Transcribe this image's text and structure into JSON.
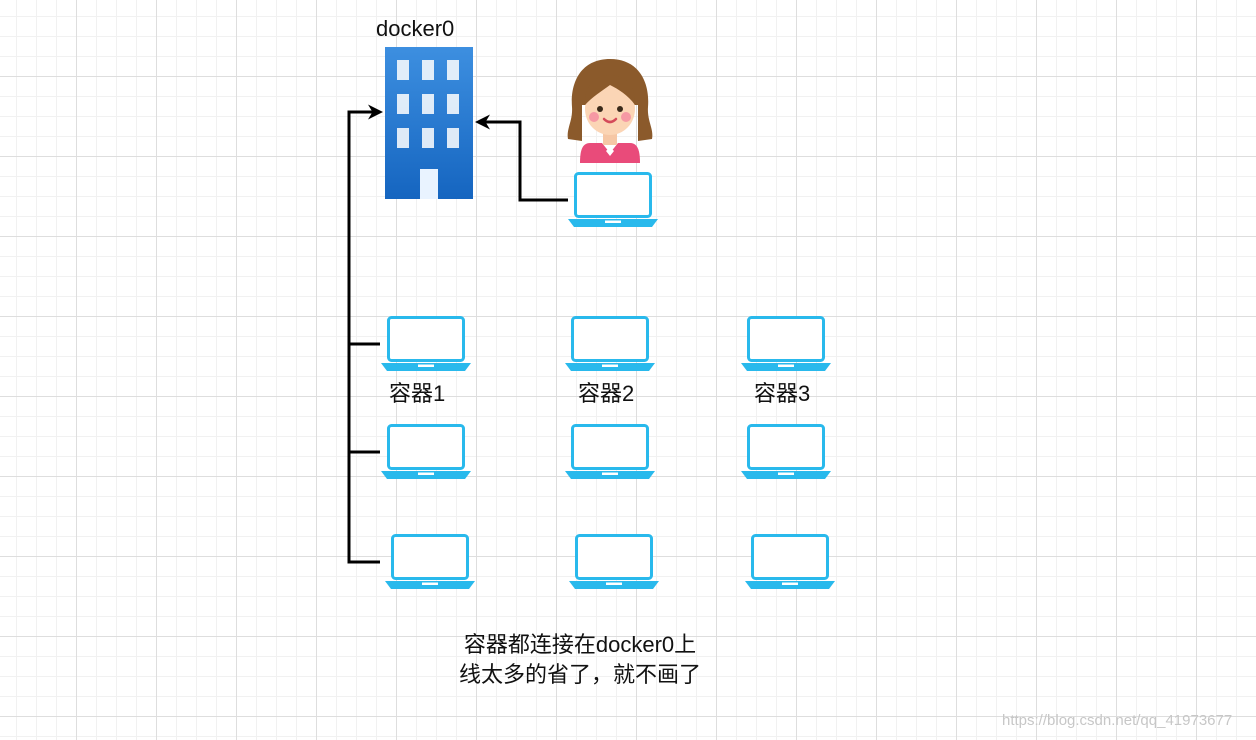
{
  "bridge": {
    "label": "docker0"
  },
  "containers": [
    {
      "label": "容器1"
    },
    {
      "label": "容器2"
    },
    {
      "label": "容器3"
    }
  ],
  "note": {
    "line1": "容器都连接在docker0上",
    "line2": "线太多的省了，就不画了"
  },
  "watermark": "https://blog.csdn.net/qq_41973677",
  "colors": {
    "laptop": "#29b9ec",
    "building": "#1d6fc4",
    "line": "#000000"
  }
}
